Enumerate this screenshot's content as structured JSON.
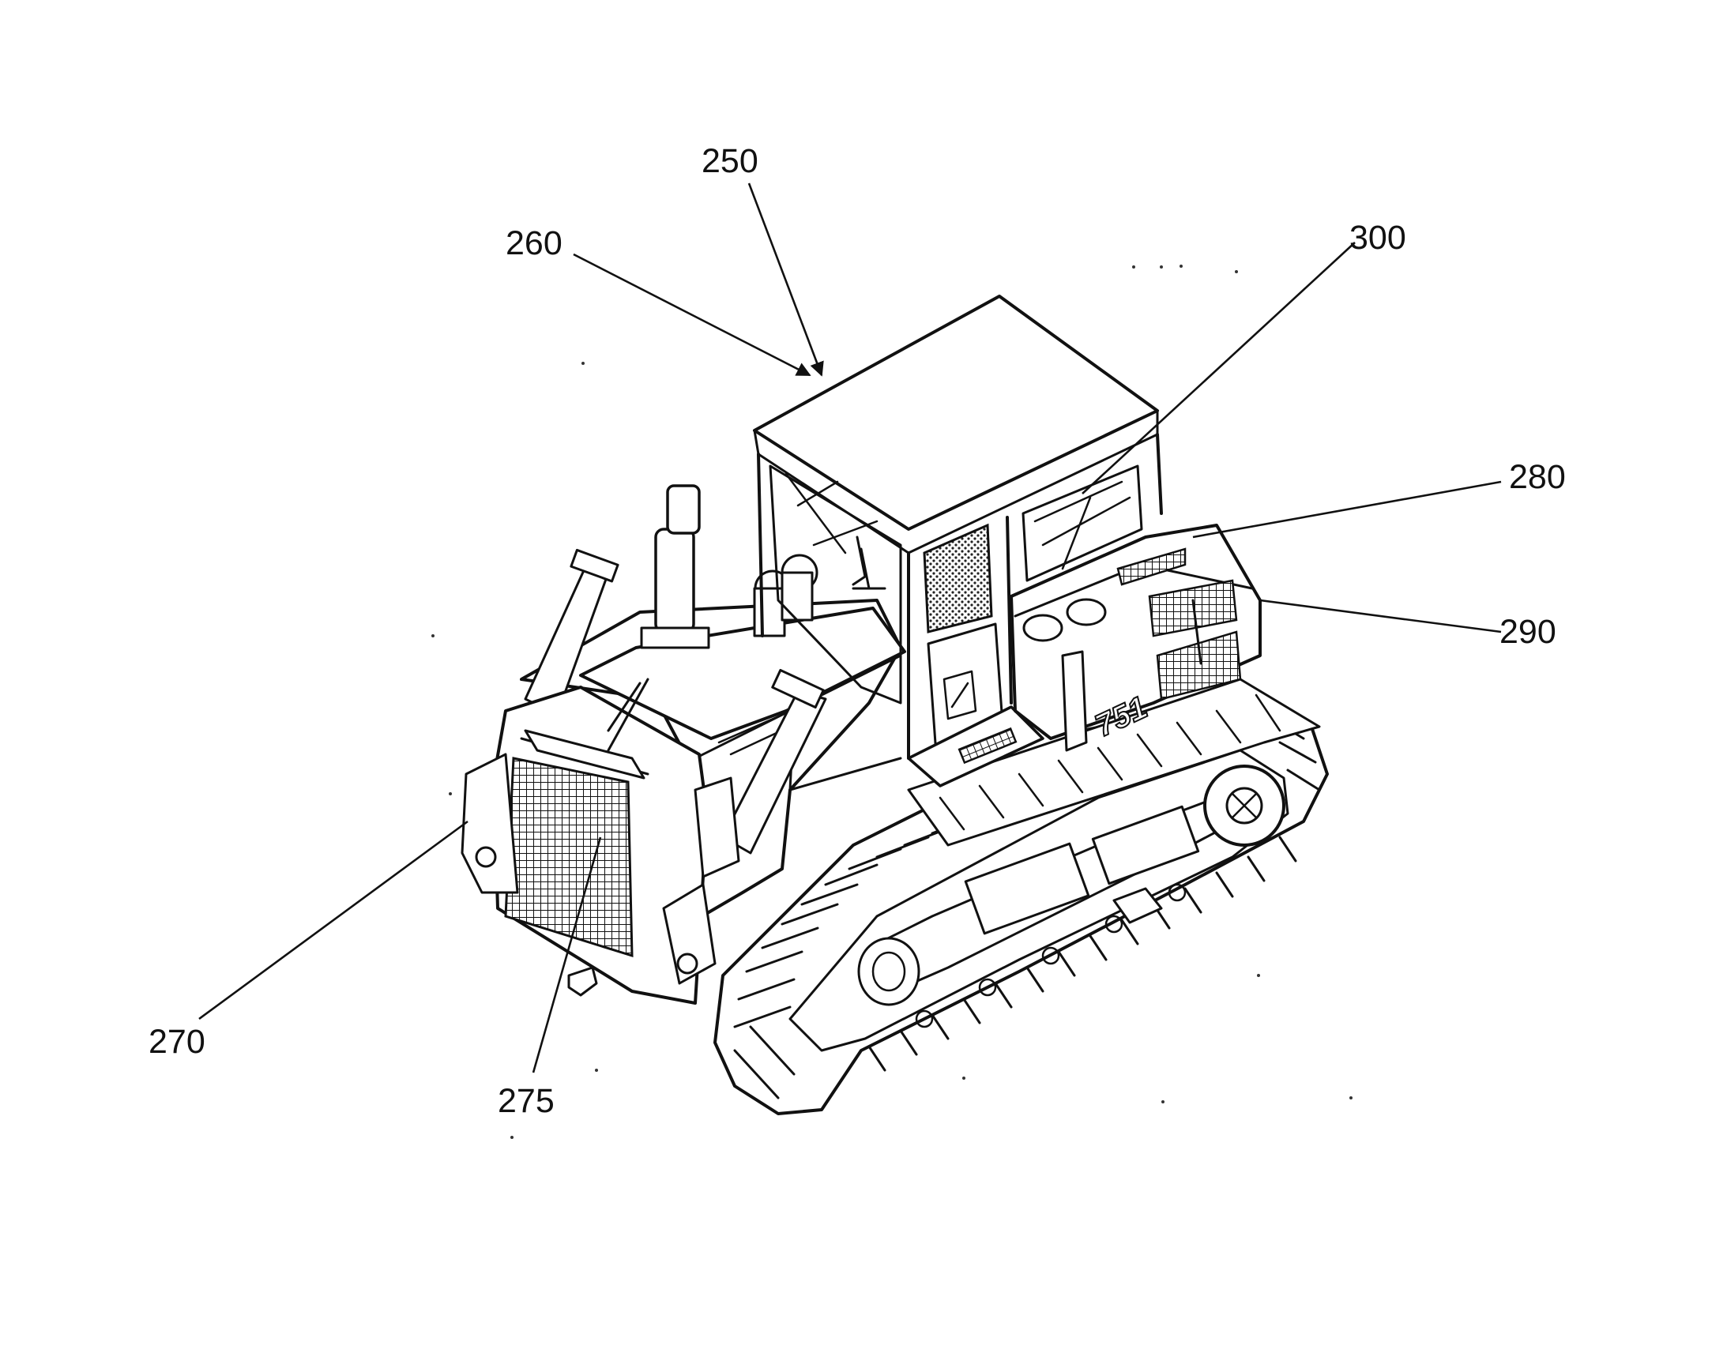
{
  "figure": {
    "model_marking": "751",
    "reference_labels": [
      {
        "id": "250",
        "text": "250"
      },
      {
        "id": "260",
        "text": "260"
      },
      {
        "id": "300",
        "text": "300"
      },
      {
        "id": "280",
        "text": "280"
      },
      {
        "id": "290",
        "text": "290"
      },
      {
        "id": "270",
        "text": "270"
      },
      {
        "id": "275",
        "text": "275"
      }
    ]
  }
}
